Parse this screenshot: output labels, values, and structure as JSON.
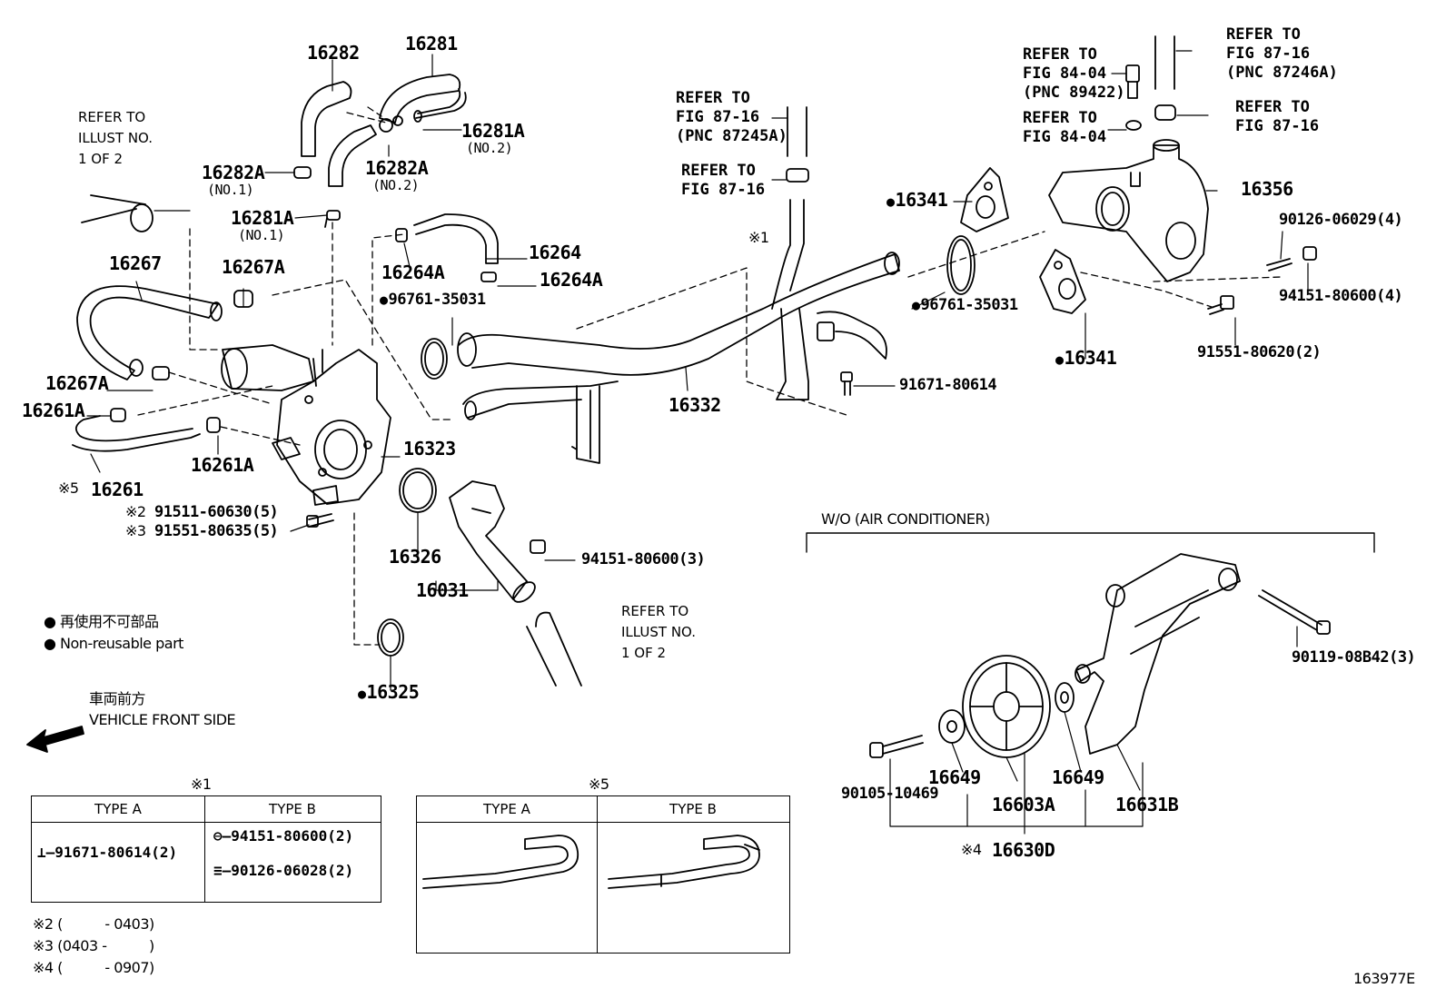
{
  "diagram_id": "163977E",
  "parts": {
    "p16282": "16282",
    "p16281": "16281",
    "p16281A_top": "16281A",
    "p16281A_no2": "(NO.2)",
    "p16282A_left": "16282A",
    "p16282A_left_no1": "(NO.1)",
    "p16282A_mid": "16282A",
    "p16282A_mid_no2": "(NO.2)",
    "p16281A_mid": "16281A",
    "p16281A_mid_no1": "(NO.1)",
    "p16267": "16267",
    "p16267A_top": "16267A",
    "p16267A_bot": "16267A",
    "p16261A_left": "16261A",
    "p16261A_right": "16261A",
    "p16261": "16261",
    "mark5_16261": "※5",
    "p16264": "16264",
    "p16264A_left": "16264A",
    "p16264A_right": "16264A",
    "p96761_left": "96761-35031",
    "p16323": "16323",
    "bolt_915116": "91511-60630(5)",
    "bolt_915518": "91551-80635(5)",
    "mark2": "※2",
    "mark3": "※3",
    "p16326": "16326",
    "p16031": "16031",
    "nut_94151_3": "94151-80600(3)",
    "p16325": "16325",
    "p16332": "16332",
    "mark1_pipe": "※1",
    "bolt_91671": "91671-80614",
    "p16341_top": "16341",
    "p16341_bot": "16341",
    "p96761_right": "96761-35031",
    "p16356": "16356",
    "stud_90126_4": "90126-06029(4)",
    "nut_94151_4": "94151-80600(4)",
    "bolt_91551_2": "91551-80620(2)",
    "wo_ac": "W/O (AIR CONDITIONER)",
    "bolt_90119": "90119-08B42(3)",
    "bolt_90105": "90105-10469",
    "p16649_left": "16649",
    "p16603A": "16603A",
    "p16649_right": "16649",
    "p16631B": "16631B",
    "p16630D": "16630D",
    "mark4": "※4"
  },
  "refs": {
    "illust_top": [
      "REFER TO",
      "ILLUST NO.",
      "1 OF 2"
    ],
    "illust_bottom": [
      "REFER TO",
      "ILLUST NO.",
      "1 OF 2"
    ],
    "fig8716_pnc87245": [
      "REFER TO",
      "FIG 87-16",
      "(PNC 87245A)"
    ],
    "fig8716_clamp": [
      "REFER TO",
      "FIG 87-16"
    ],
    "fig8404_pnc89422": [
      "REFER TO",
      "FIG 84-04",
      "(PNC 89422)"
    ],
    "fig8404_washer": [
      "REFER TO",
      "FIG 84-04"
    ],
    "fig8716_pnc87246": [
      "REFER TO",
      "FIG 87-16",
      "(PNC 87246A)"
    ],
    "fig8716_right": [
      "REFER TO",
      "FIG 87-16"
    ]
  },
  "legend": {
    "nonreusable_jp": "再使用不可部品",
    "nonreusable_en": "Non-reusable part",
    "front_jp": "車両前方",
    "front_en": "VEHICLE FRONT SIDE"
  },
  "table1": {
    "mark": "※1",
    "type_a": "TYPE A",
    "type_b": "TYPE B",
    "a_part": "91671-80614(2)",
    "b_part1": "94151-80600(2)",
    "b_part2": "90126-06028(2)"
  },
  "table5": {
    "mark": "※5",
    "type_a": "TYPE A",
    "type_b": "TYPE B"
  },
  "footnotes": [
    "※2 (　　　- 0403)",
    "※3 (0403 -　　　)",
    "※4 (　　　- 0907)"
  ]
}
